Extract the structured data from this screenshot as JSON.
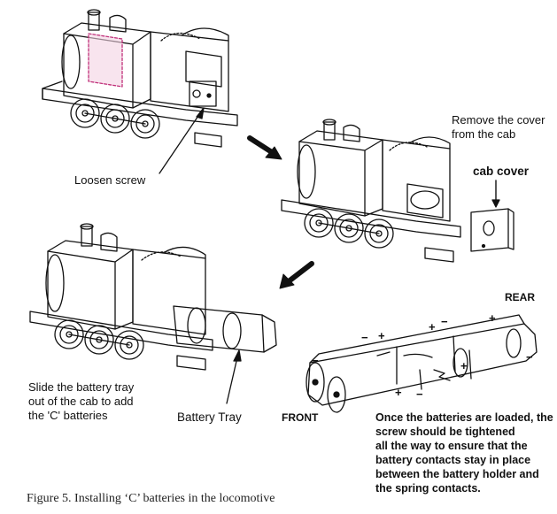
{
  "labels": {
    "loosen_screw": "Loosen screw",
    "remove_cover": "Remove the cover\nfrom the cab",
    "cab_cover": "cab cover",
    "slide_tray": "Slide the battery tray\nout of the cab to add\nthe 'C' batteries",
    "battery_tray": "Battery Tray",
    "rear": "REAR",
    "front": "FRONT",
    "instructions": "Once the batteries are loaded, the\nscrew should be tightened\nall the way to ensure that the\nbattery contacts stay in place\nbetween the battery holder and\nthe spring contacts."
  },
  "caption": "Figure 5. Installing ‘C’ batteries in the locomotive",
  "polarity_marks": [
    "+",
    "−",
    "+",
    "−",
    "+",
    "−",
    "+",
    "−",
    "+",
    "−"
  ],
  "colors": {
    "line": "#111111",
    "highlight": "#c0307a",
    "background": "#ffffff"
  }
}
